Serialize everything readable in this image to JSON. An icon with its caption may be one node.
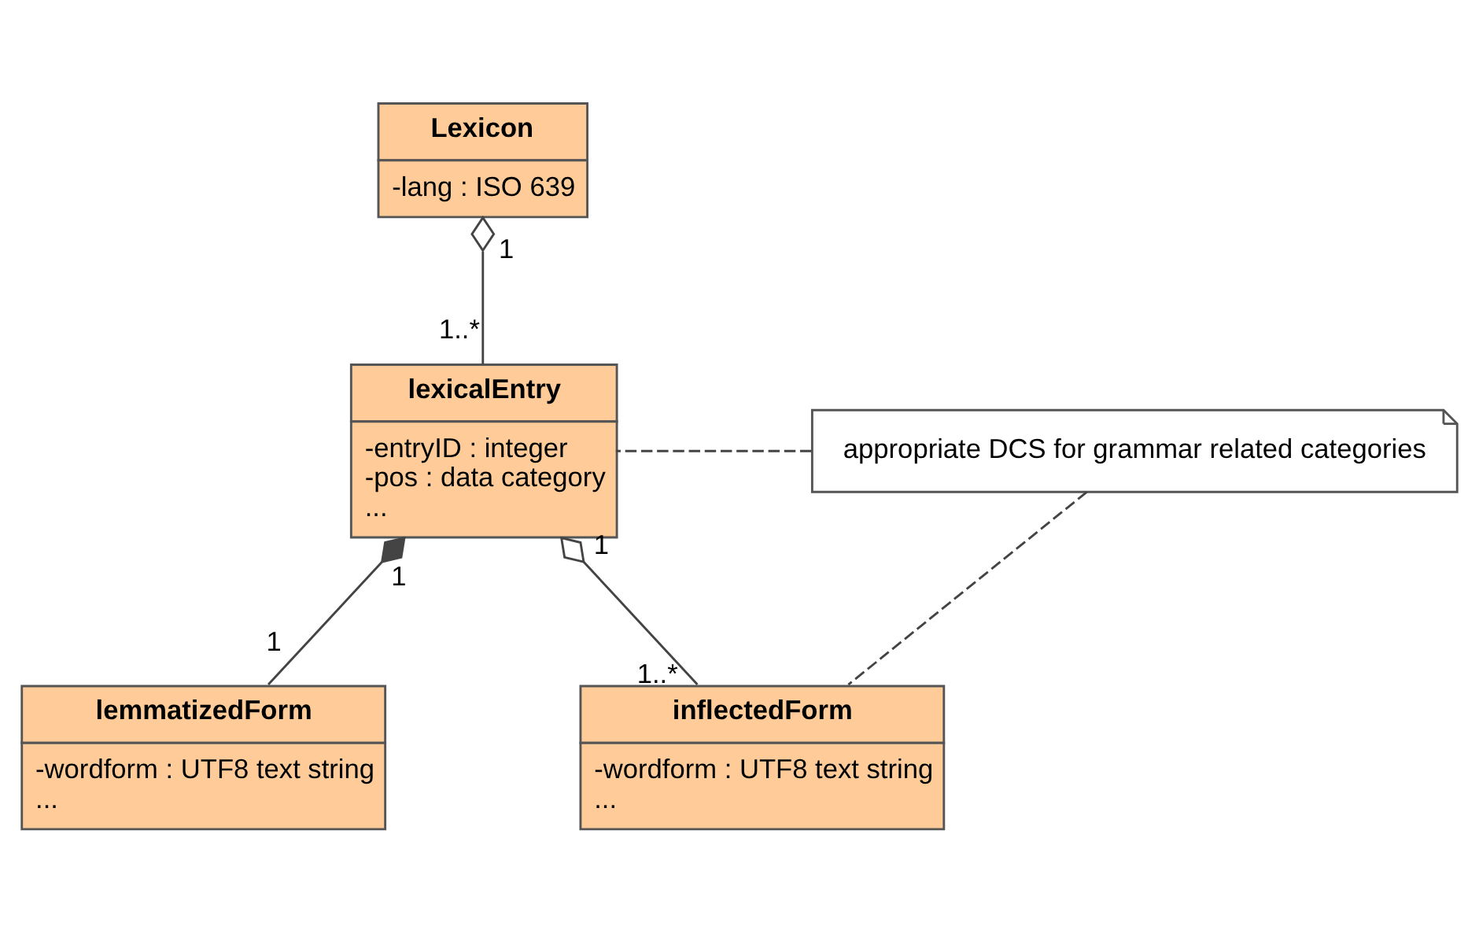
{
  "diagram": {
    "nodes": [
      {
        "text": [
          "Lexicon",
          "-lang : ISO 639"
        ]
      },
      {
        "text": [
          "lexicalEntry",
          "-entryID : integer",
          "-pos : data category",
          "..."
        ]
      },
      {
        "text": [
          "appropriate DCS for grammar related categories"
        ]
      },
      {
        "text": [
          "lemmatizedForm",
          "-wordform : UTF8 text string",
          "..."
        ]
      },
      {
        "text": [
          "inflectedForm",
          "-wordform : UTF8 text string",
          "..."
        ]
      }
    ],
    "edges": [
      {
        "from": 0,
        "to": 1,
        "arrow": "other"
      },
      {
        "from": 1,
        "to": 3,
        "arrow": "other"
      },
      {
        "from": 1,
        "to": 4,
        "arrow": "other"
      },
      {
        "from": 2,
        "to": 1,
        "arrow": "none",
        "style": "dashed"
      },
      {
        "from": 2,
        "to": 4,
        "arrow": "none",
        "style": "dashed"
      }
    ],
    "labels": [
      "1",
      "1..*",
      "1",
      "1",
      "1",
      "1..*"
    ]
  }
}
